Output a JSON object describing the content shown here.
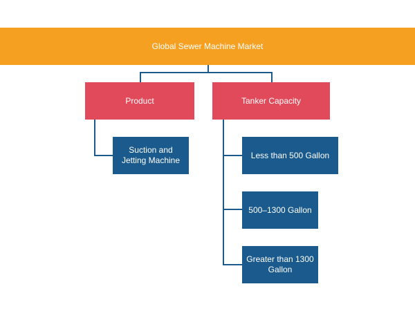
{
  "root": {
    "label": "Global Sewer Machine Market"
  },
  "categories": [
    {
      "label": "Product",
      "children": [
        {
          "label": "Suction and Jetting Machine"
        }
      ]
    },
    {
      "label": "Tanker Capacity",
      "children": [
        {
          "label": "Less than 500 Gallon"
        },
        {
          "label": "500–1300 Gallon"
        },
        {
          "label": "Greater than 1300 Gallon"
        }
      ]
    }
  ],
  "colors": {
    "root": "#f5a020",
    "category": "#e04a5a",
    "leaf": "#1a5a8c",
    "connector": "#1a5a8c"
  }
}
